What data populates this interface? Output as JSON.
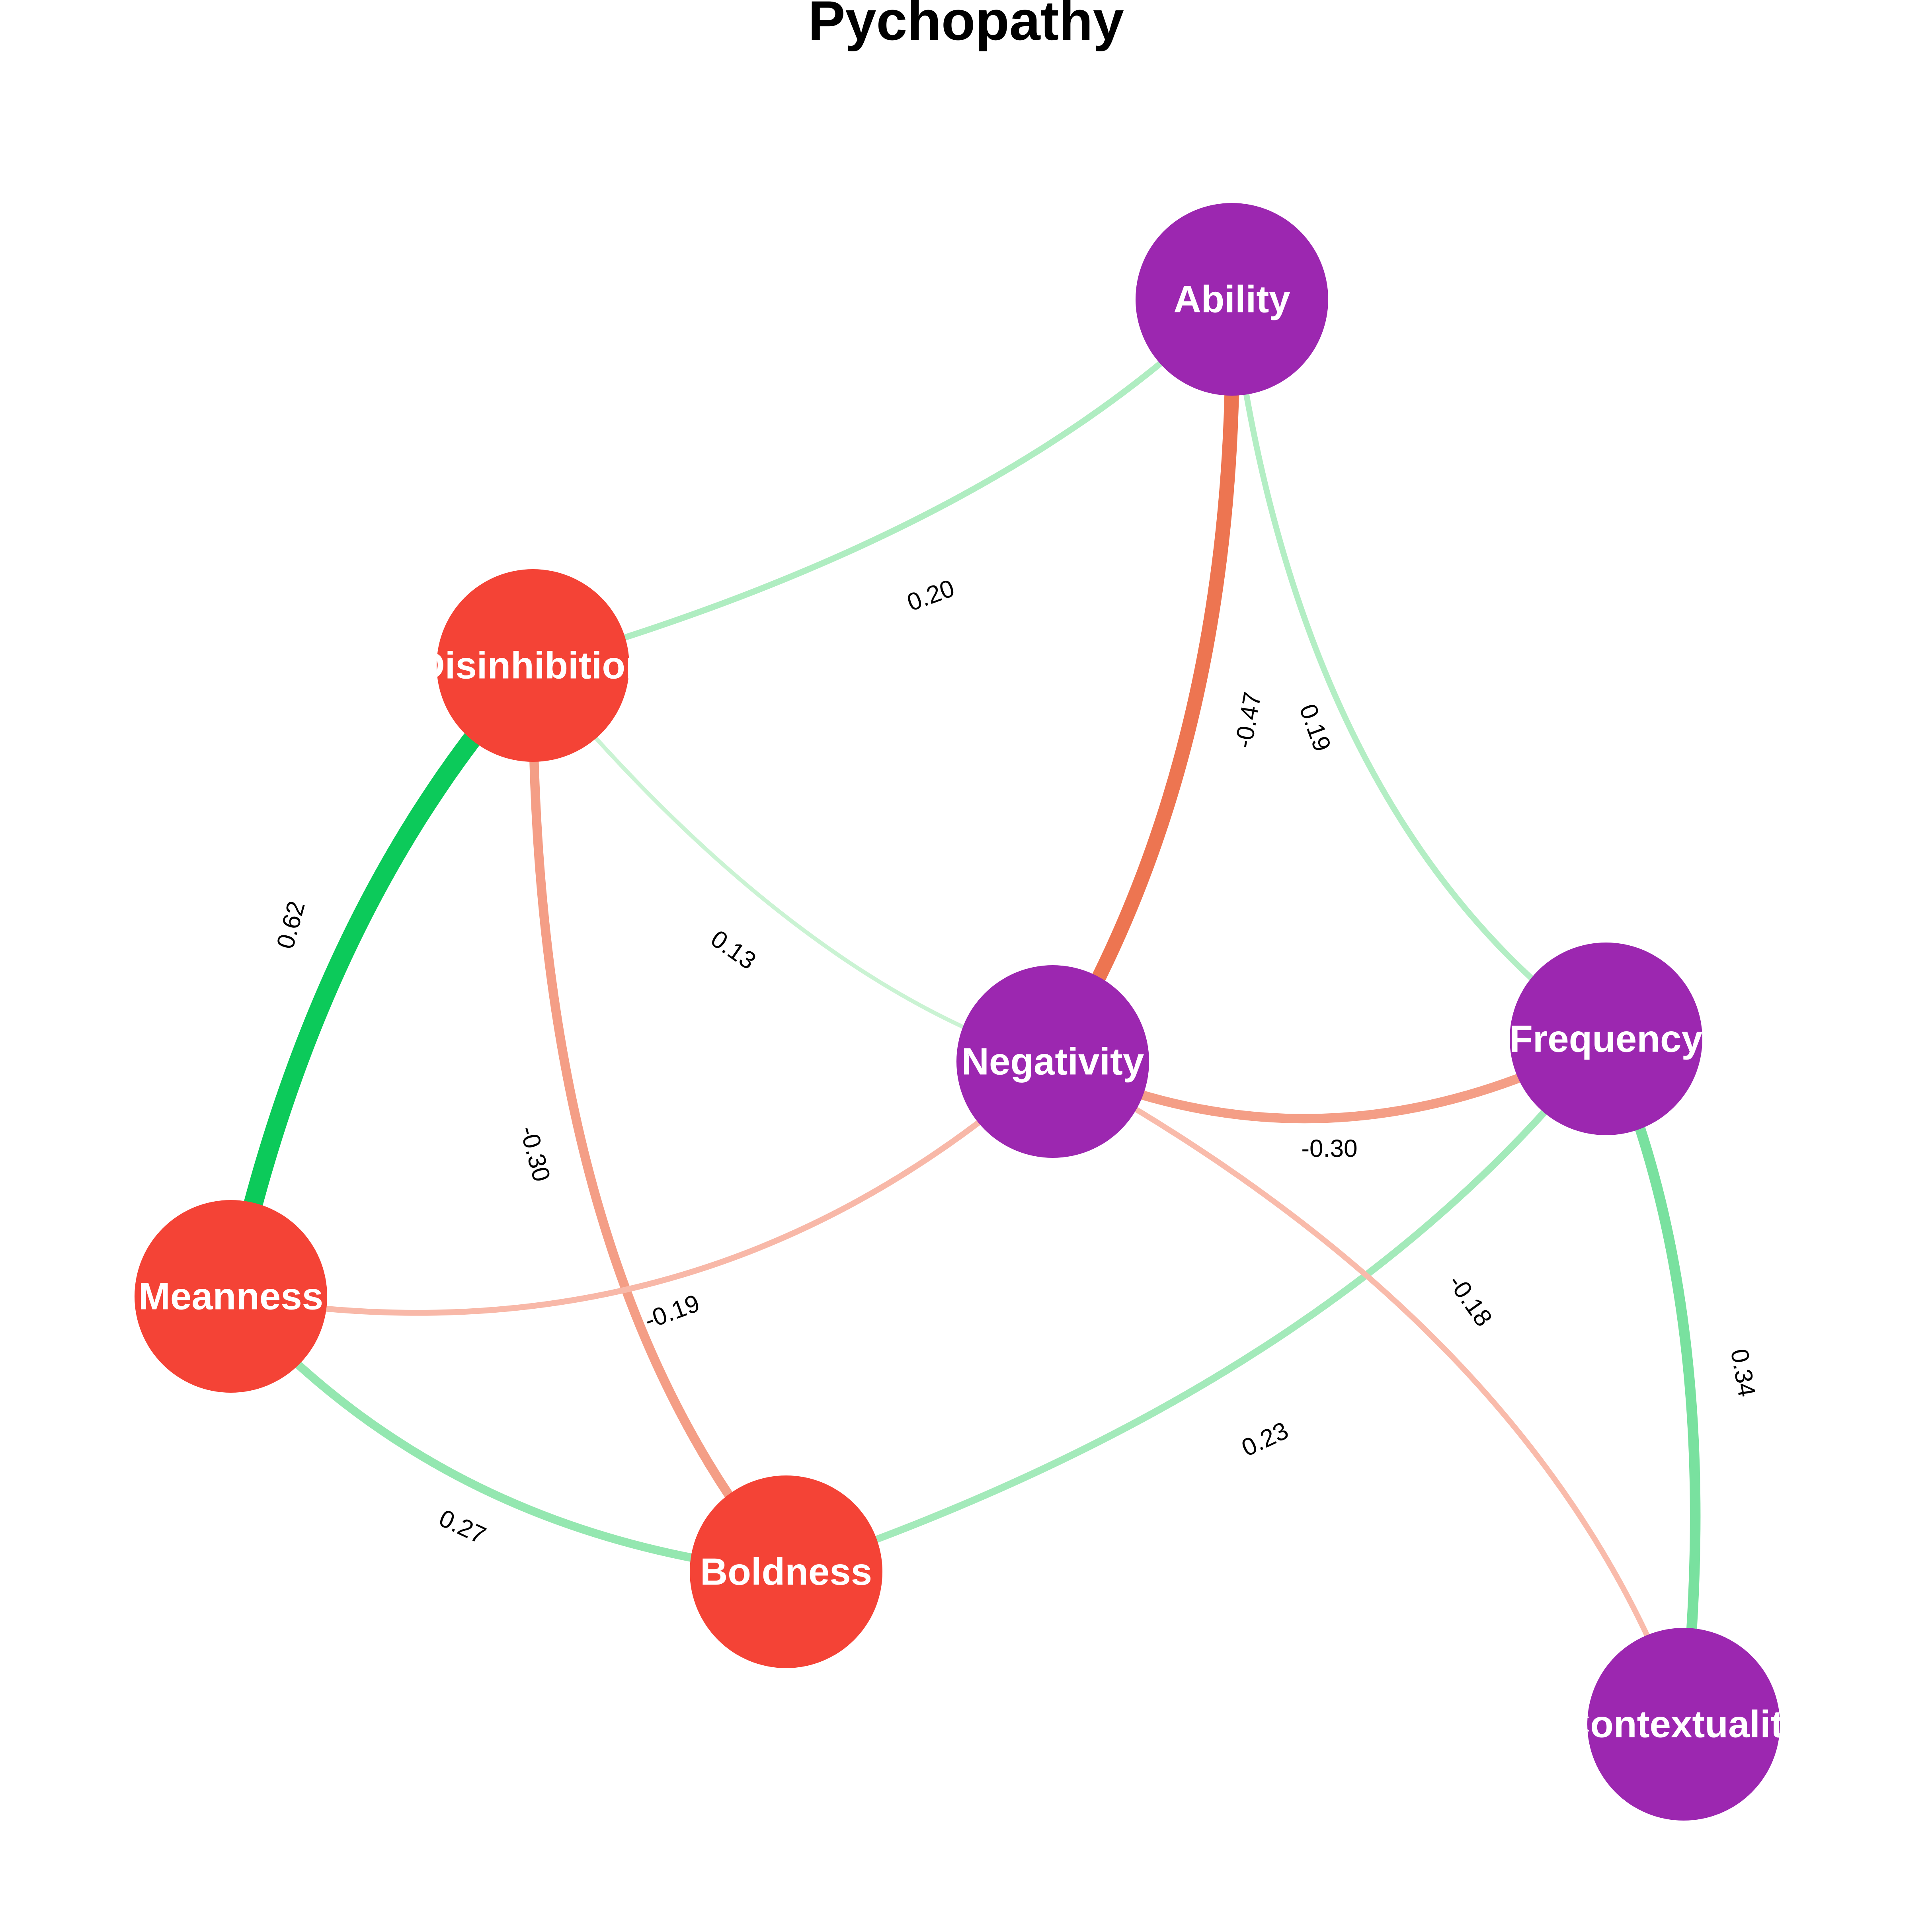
{
  "title": "Pychopathy",
  "colors": {
    "group_psychopathy": "#F44336",
    "group_other": "#9C27B0",
    "positive_strong": "#00C853",
    "negative_strong": "#E64A19"
  },
  "nodes": [
    {
      "id": "ability",
      "label": "Ability",
      "group": "other"
    },
    {
      "id": "disinhibition",
      "label": "Disinhibition",
      "group": "psychopathy"
    },
    {
      "id": "negativity",
      "label": "Negativity",
      "group": "other"
    },
    {
      "id": "frequency",
      "label": "Frequency",
      "group": "other"
    },
    {
      "id": "meanness",
      "label": "Meanness",
      "group": "psychopathy"
    },
    {
      "id": "boldness",
      "label": "Boldness",
      "group": "psychopathy"
    },
    {
      "id": "contextuality",
      "label": "Contextuality",
      "group": "other"
    }
  ],
  "edges": [
    {
      "source": "disinhibition",
      "target": "meanness",
      "weight": 0.62,
      "label": "0.62"
    },
    {
      "source": "ability",
      "target": "negativity",
      "weight": -0.47,
      "label": "-0.47"
    },
    {
      "source": "frequency",
      "target": "contextuality",
      "weight": 0.34,
      "label": "0.34"
    },
    {
      "source": "disinhibition",
      "target": "boldness",
      "weight": -0.3,
      "label": "-0.30"
    },
    {
      "source": "negativity",
      "target": "frequency",
      "weight": -0.3,
      "label": "-0.30"
    },
    {
      "source": "meanness",
      "target": "boldness",
      "weight": 0.27,
      "label": "0.27"
    },
    {
      "source": "frequency",
      "target": "boldness",
      "weight": 0.23,
      "label": "0.23"
    },
    {
      "source": "ability",
      "target": "disinhibition",
      "weight": 0.2,
      "label": "0.20"
    },
    {
      "source": "ability",
      "target": "frequency",
      "weight": 0.19,
      "label": "0.19"
    },
    {
      "source": "negativity",
      "target": "meanness",
      "weight": -0.19,
      "label": "-0.19"
    },
    {
      "source": "negativity",
      "target": "contextuality",
      "weight": -0.18,
      "label": "-0.18"
    },
    {
      "source": "disinhibition",
      "target": "negativity",
      "weight": 0.13,
      "label": "0.13"
    }
  ]
}
